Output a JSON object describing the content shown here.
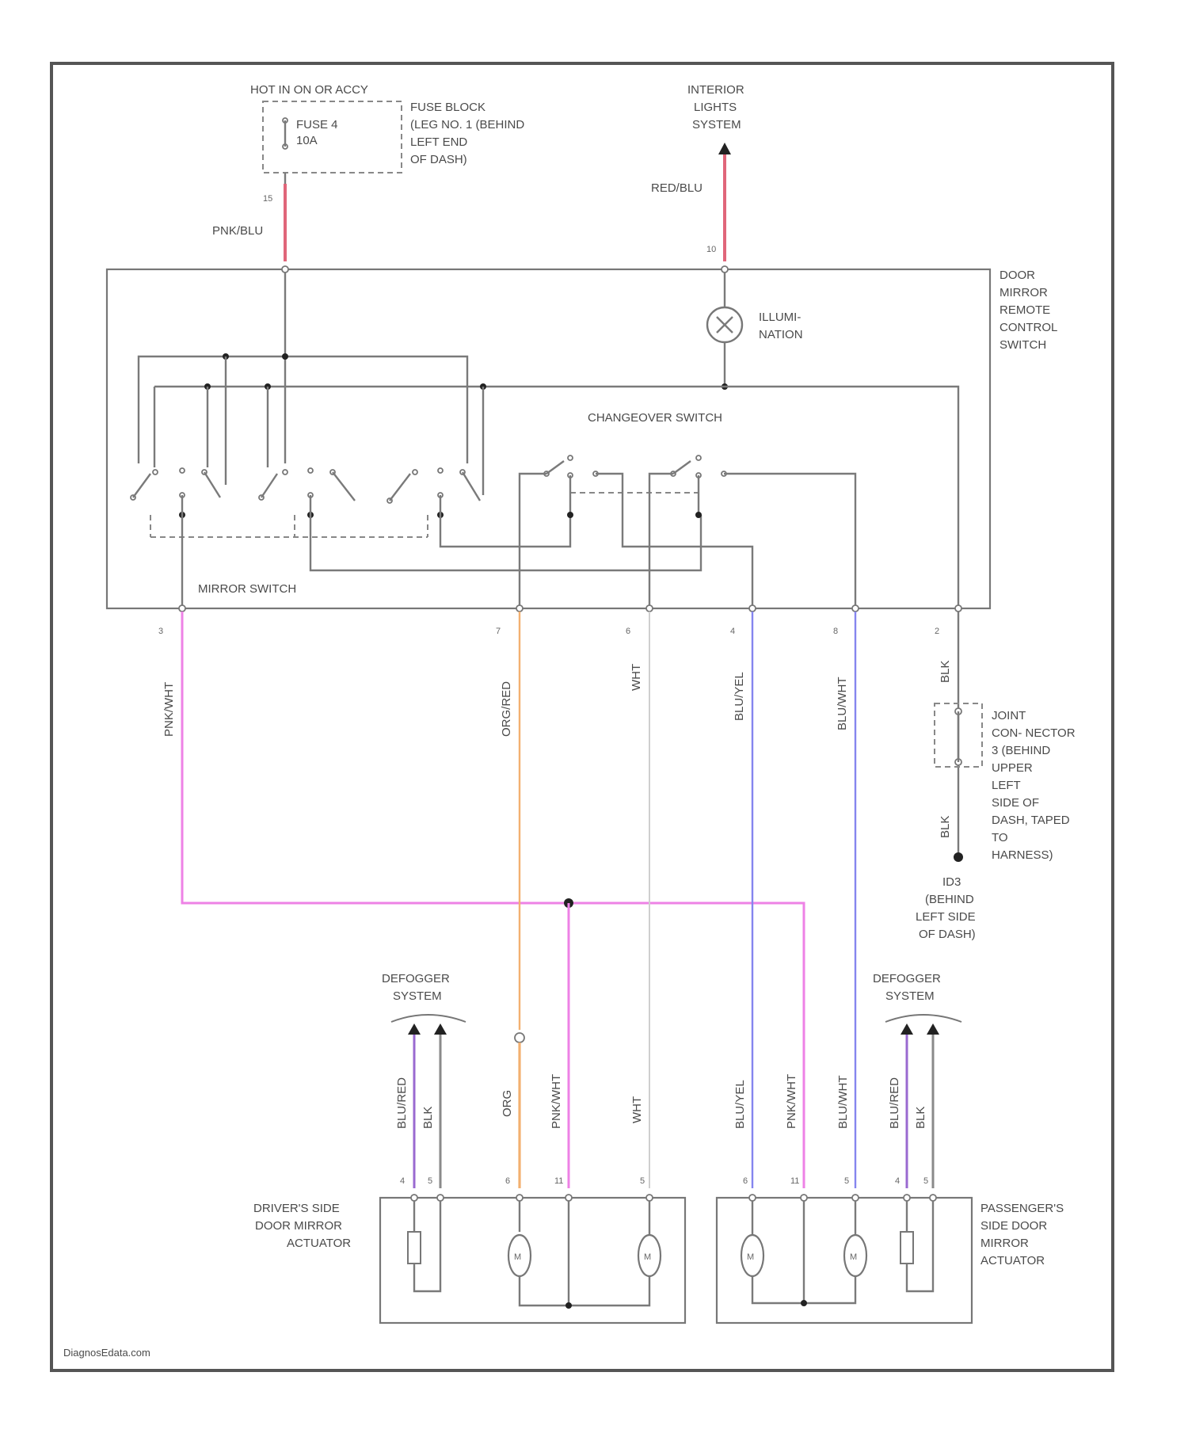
{
  "labels": {
    "hot_in_on": "HOT IN ON OR ACCY",
    "fuse_name": "FUSE 4",
    "fuse_rating": "10A",
    "fuse_block": [
      "FUSE BLOCK",
      "(LEG NO. 1 (BEHIND",
      "LEFT END",
      "OF DASH)"
    ],
    "interior": [
      "INTERIOR",
      "LIGHTS",
      "SYSTEM"
    ],
    "remote_switch": [
      "DOOR",
      "MIRROR",
      "REMOTE",
      "CONTROL",
      "SWITCH"
    ],
    "illum": [
      "ILLUMI-",
      "NATION"
    ],
    "changeover": "CHANGEOVER SWITCH",
    "mirror_switch": "MIRROR SWITCH",
    "joint": [
      "JOINT",
      "CON- NECTOR",
      "3 (BEHIND",
      "UPPER",
      "LEFT",
      "SIDE OF",
      "DASH, TAPED",
      "TO",
      "HARNESS)"
    ],
    "ground": [
      "ID3",
      "(BEHIND",
      "LEFT SIDE",
      "OF DASH)"
    ],
    "defogger_left": [
      "DEFOGGER",
      "SYSTEM"
    ],
    "defogger_right": [
      "DEFOGGER",
      "SYSTEM"
    ],
    "driver_actuator": [
      "DRIVER'S SIDE",
      "DOOR MIRROR",
      "ACTUATOR"
    ],
    "passenger_actuator": [
      "PASSENGER'S",
      "SIDE DOOR",
      "MIRROR",
      "ACTUATOR"
    ],
    "watermark": "DiagnosEdata.com"
  },
  "wires": {
    "top_left": "PNK/BLU",
    "top_right": "RED/BLU",
    "w_pnk": "PNK/WHT",
    "w_org": "ORG/RED",
    "w_wht": "WHT",
    "w_blu1": "BLU/YEL",
    "w_blu2": "BLU/WHT",
    "w_blk": "BLK",
    "w_blk2": "BLK",
    "d_blu": "BLU/RED",
    "d_blk": "BLK",
    "d_org": "ORG",
    "d_pnk": "PNK/WHT",
    "d_wht": "WHT",
    "p_blu1": "BLU/YEL",
    "p_pnk": "PNK/WHT",
    "p_blu2": "BLU/WHT",
    "p_blu": "BLU/RED",
    "p_blk": "BLK"
  },
  "colors": {
    "pink": "#ee82e6",
    "orange": "#f3b070",
    "blue": "#8585ee",
    "purple": "#9a6ad0",
    "red": "#e0667a",
    "gray": "#7a7a7a"
  }
}
